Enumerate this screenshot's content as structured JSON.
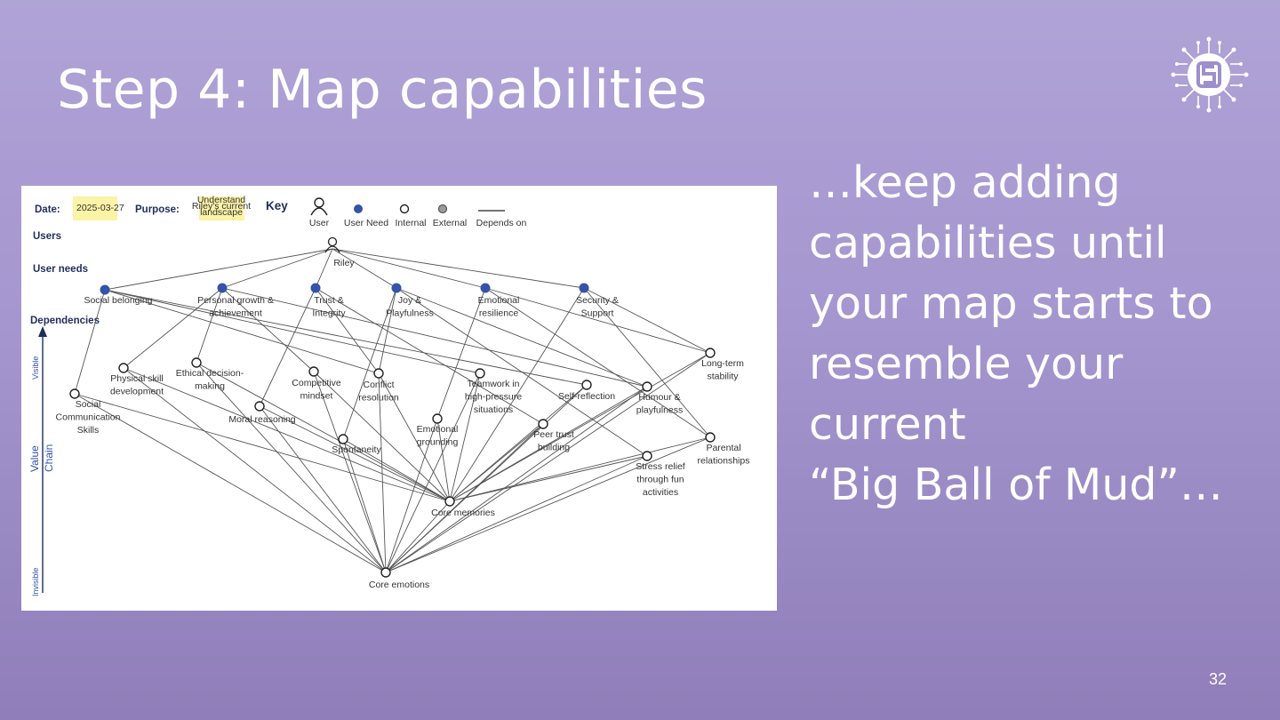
{
  "slide": {
    "title": "Step 4: Map capabilities",
    "side_text": [
      "…keep adding",
      "capabilities until",
      "your map starts to",
      "resemble your",
      "current",
      "“Big Ball of Mud”…"
    ],
    "page_number": "32"
  },
  "map": {
    "header": {
      "date_label": "Date:",
      "date_value": "2025-03-27",
      "purpose_label": "Purpose:",
      "purpose_value": [
        "Understand",
        "Riley's current",
        "landscape"
      ],
      "key_label": "Key",
      "key_items": [
        "User",
        "User Need",
        "Internal",
        "External",
        "Depends on"
      ]
    },
    "rows": {
      "users": "Users",
      "user_needs": "User needs",
      "dependencies": "Dependencies"
    },
    "axis": {
      "label": [
        "Value",
        "Chain"
      ],
      "top": "Visible",
      "bottom": "Invisible"
    },
    "user": "Riley",
    "user_needs": [
      {
        "id": "n1",
        "label": [
          "Social belonging"
        ]
      },
      {
        "id": "n2",
        "label": [
          "Personal growth &",
          "achievement"
        ]
      },
      {
        "id": "n3",
        "label": [
          "Trust &",
          "Integrity"
        ]
      },
      {
        "id": "n4",
        "label": [
          "Joy &",
          "Playfulness"
        ]
      },
      {
        "id": "n5",
        "label": [
          "Emotional",
          "resilience"
        ]
      },
      {
        "id": "n6",
        "label": [
          "Security &",
          "Support"
        ]
      }
    ],
    "components": [
      {
        "id": "c1",
        "label": [
          "Social",
          "Communication",
          "Skills"
        ]
      },
      {
        "id": "c2",
        "label": [
          "Physical skill",
          "development"
        ]
      },
      {
        "id": "c3",
        "label": [
          "Ethical decision-",
          "making"
        ]
      },
      {
        "id": "c4",
        "label": [
          "Moral reasoning"
        ]
      },
      {
        "id": "c5",
        "label": [
          "Competitive",
          "mindset"
        ]
      },
      {
        "id": "c6",
        "label": [
          "Conflict",
          "resolution"
        ]
      },
      {
        "id": "c7",
        "label": [
          "Spontaneity"
        ]
      },
      {
        "id": "c8",
        "label": [
          "Emotional",
          "grounding"
        ]
      },
      {
        "id": "c9",
        "label": [
          "Teamwork in",
          "high-pressure",
          "situations"
        ]
      },
      {
        "id": "c10",
        "label": [
          "Peer trust",
          "building"
        ]
      },
      {
        "id": "c11",
        "label": [
          "Self-reflection"
        ]
      },
      {
        "id": "c12",
        "label": [
          "Humour &",
          "playfulness"
        ]
      },
      {
        "id": "c13",
        "label": [
          "Long-term",
          "stability"
        ]
      },
      {
        "id": "c14",
        "label": [
          "Parental",
          "relationships"
        ]
      },
      {
        "id": "c15",
        "label": [
          "Stress relief",
          "through fun",
          "activities"
        ]
      },
      {
        "id": "c16",
        "label": [
          "Core memories"
        ]
      },
      {
        "id": "c17",
        "label": [
          "Core emotions"
        ]
      }
    ],
    "links": [
      [
        "u",
        "n1"
      ],
      [
        "u",
        "n2"
      ],
      [
        "u",
        "n3"
      ],
      [
        "u",
        "n4"
      ],
      [
        "u",
        "n5"
      ],
      [
        "u",
        "n6"
      ],
      [
        "n1",
        "c1"
      ],
      [
        "n1",
        "c6"
      ],
      [
        "n1",
        "c9"
      ],
      [
        "n1",
        "c11"
      ],
      [
        "n2",
        "c2"
      ],
      [
        "n2",
        "c3"
      ],
      [
        "n2",
        "c5"
      ],
      [
        "n2",
        "c12"
      ],
      [
        "n3",
        "c4"
      ],
      [
        "n3",
        "c6"
      ],
      [
        "n3",
        "c10"
      ],
      [
        "n4",
        "c7"
      ],
      [
        "n4",
        "c12"
      ],
      [
        "n4",
        "c15"
      ],
      [
        "n4",
        "c6"
      ],
      [
        "n5",
        "c8"
      ],
      [
        "n5",
        "c13"
      ],
      [
        "n5",
        "c14"
      ],
      [
        "n6",
        "c13"
      ],
      [
        "n6",
        "c16"
      ],
      [
        "n6",
        "c14"
      ],
      [
        "c1",
        "c16"
      ],
      [
        "c1",
        "c17"
      ],
      [
        "c2",
        "c16"
      ],
      [
        "c2",
        "c17"
      ],
      [
        "c3",
        "c16"
      ],
      [
        "c3",
        "c17"
      ],
      [
        "c4",
        "c16"
      ],
      [
        "c4",
        "c17"
      ],
      [
        "c5",
        "c16"
      ],
      [
        "c5",
        "c17"
      ],
      [
        "c6",
        "c16"
      ],
      [
        "c6",
        "c17"
      ],
      [
        "c7",
        "c16"
      ],
      [
        "c7",
        "c17"
      ],
      [
        "c8",
        "c16"
      ],
      [
        "c8",
        "c17"
      ],
      [
        "c9",
        "c16"
      ],
      [
        "c9",
        "c17"
      ],
      [
        "c10",
        "c16"
      ],
      [
        "c10",
        "c17"
      ],
      [
        "c11",
        "c16"
      ],
      [
        "c11",
        "c17"
      ],
      [
        "c12",
        "c16"
      ],
      [
        "c12",
        "c17"
      ],
      [
        "c13",
        "c16"
      ],
      [
        "c13",
        "c17"
      ],
      [
        "c14",
        "c16"
      ],
      [
        "c14",
        "c17"
      ],
      [
        "c15",
        "c16"
      ],
      [
        "c15",
        "c17"
      ],
      [
        "c16",
        "c17"
      ]
    ],
    "colors": {
      "need": "#3553a8",
      "line": "#555555",
      "highlight": "#fbf3a6",
      "axis": "#1f2f5c"
    }
  }
}
